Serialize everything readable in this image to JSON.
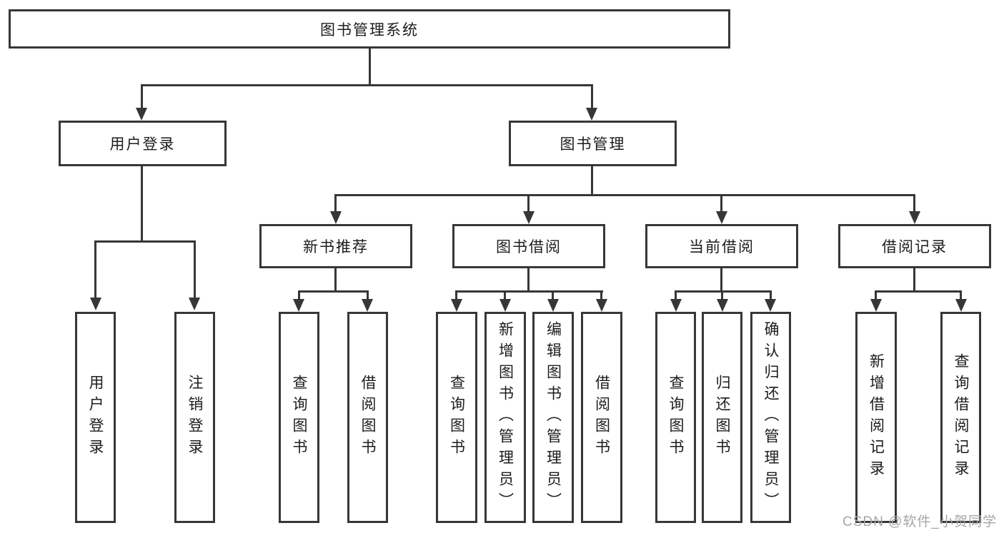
{
  "root": {
    "label": "图书管理系统"
  },
  "branches": [
    {
      "label": "用户登录"
    },
    {
      "label": "图书管理"
    }
  ],
  "modules": [
    {
      "label": "新书推荐",
      "parent": "图书管理"
    },
    {
      "label": "图书借阅",
      "parent": "图书管理"
    },
    {
      "label": "当前借阅",
      "parent": "图书管理"
    },
    {
      "label": "借阅记录",
      "parent": "图书管理"
    }
  ],
  "functions": [
    {
      "label": "用户登录",
      "parent": "用户登录"
    },
    {
      "label": "注销登录",
      "parent": "用户登录"
    },
    {
      "label": "查询图书",
      "parent": "新书推荐"
    },
    {
      "label": "借阅图书",
      "parent": "新书推荐"
    },
    {
      "label": "查询图书",
      "parent": "图书借阅"
    },
    {
      "label": "新增图书（管理员）",
      "parent": "图书借阅"
    },
    {
      "label": "编辑图书（管理员）",
      "parent": "图书借阅"
    },
    {
      "label": "借阅图书",
      "parent": "图书借阅"
    },
    {
      "label": "查询图书",
      "parent": "当前借阅"
    },
    {
      "label": "归还图书",
      "parent": "当前借阅"
    },
    {
      "label": "确认归还（管理员）",
      "parent": "当前借阅"
    },
    {
      "label": "新增借阅记录",
      "parent": "借阅记录"
    },
    {
      "label": "查询借阅记录",
      "parent": "借阅记录"
    }
  ],
  "watermark": "CSDN @软件_小贺同学",
  "colors": {
    "line": "#373737",
    "text": "#1c1c1c",
    "background": "#ffffff",
    "watermark": "#a6a6a6"
  }
}
